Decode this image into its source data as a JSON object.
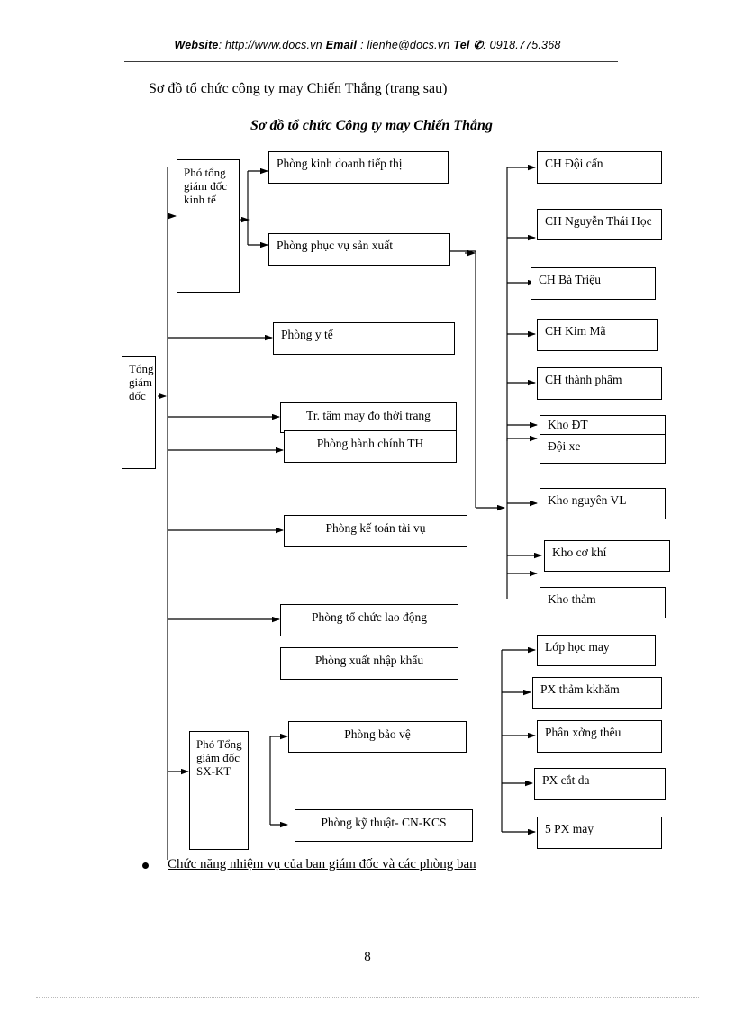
{
  "header": {
    "website_label": "Website",
    "website_value": ": http://www.docs.vn",
    "email_label": "Email",
    "email_value": ": lienhe@docs.vn",
    "tel_label": "Tel",
    "tel_icon": "telephone-icon",
    "tel_value": ": 0918.775.368"
  },
  "titles": {
    "line1": "Sơ đồ tổ chức công ty may Chiến Thắng (trang sau)",
    "line2": "Sơ đồ tổ chức Công ty may Chiến Thắng"
  },
  "diagram": {
    "root": "Tổng giám đốc",
    "deputy_economy": "Phó tổng giám đốc kinh tế",
    "deputy_production": "Phó Tổng giám đốc SX-KT",
    "departments": [
      "Phòng kinh doanh tiếp thị",
      "Phòng phục vụ sản xuất",
      "Phòng y tế",
      "Tr. tâm may đo thời trang",
      "Phòng hành chính TH",
      "Phòng kế toán tài vụ",
      "Phòng tổ chức lao động",
      "Phòng xuất nhập khẩu",
      "Phòng bảo vệ",
      "Phòng kỹ thuật- CN-KCS"
    ],
    "shops": [
      "CH Đội cấn",
      "CH Nguyễn Thái Học",
      "CH Bà Triệu",
      "CH Kim Mã",
      "CH thành phẩm"
    ],
    "warehouses": [
      "Kho ĐT",
      "Đội xe",
      "Kho nguyên VL",
      "Kho cơ khí",
      "Kho thảm"
    ],
    "workshops": [
      "Lớp học may",
      "PX thảm kkhăm",
      "Phân xởng  thêu",
      "PX cắt da",
      "5 PX may"
    ]
  },
  "bullet": {
    "text": "Chức năng nhiệm vụ của ban giám đốc và các phòng ban"
  },
  "footer": {
    "page_number": "8"
  }
}
